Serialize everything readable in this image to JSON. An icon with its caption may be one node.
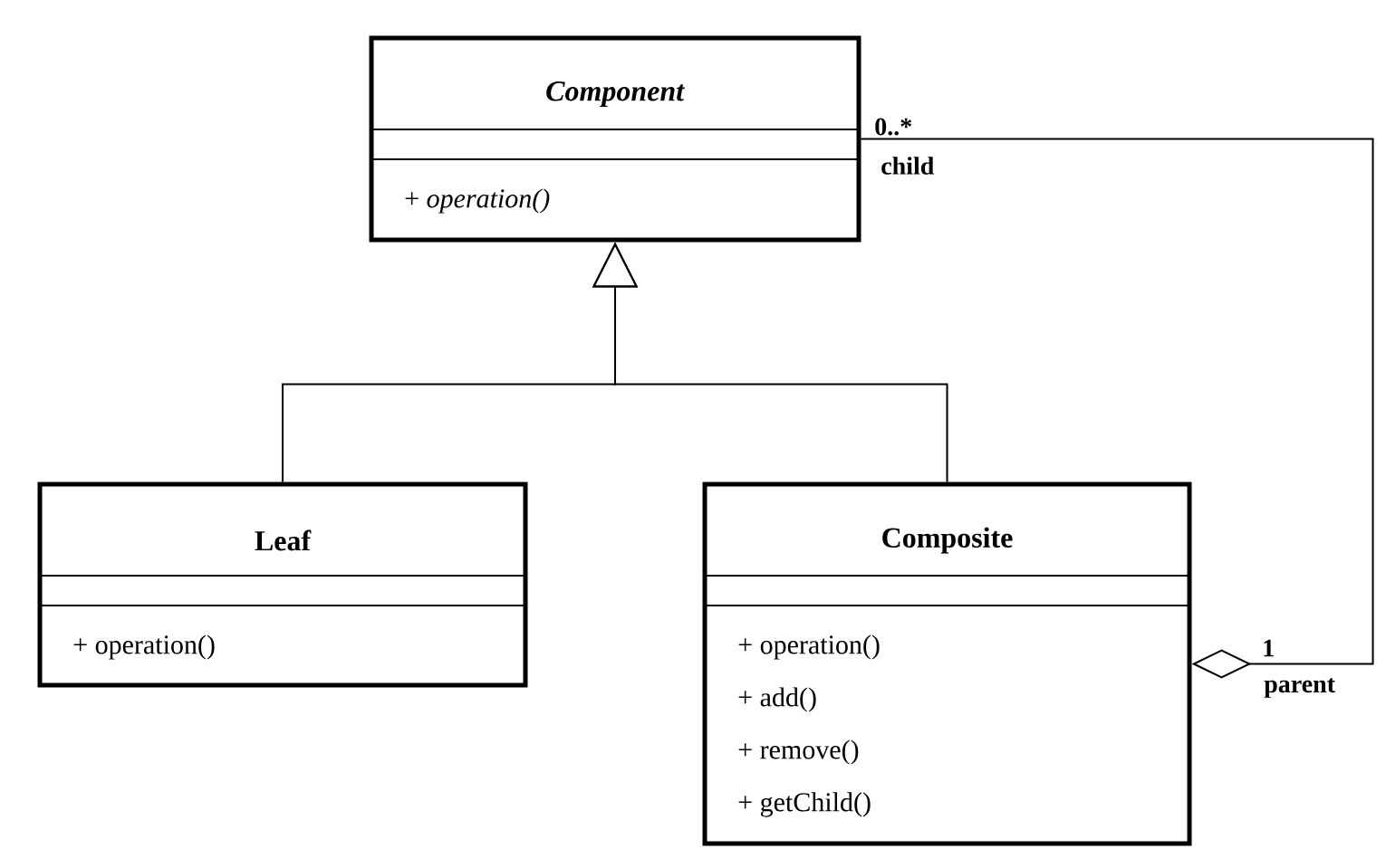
{
  "diagram": {
    "nodes": [
      {
        "text": [
          "*Component*",
          "+ *operation()*"
        ]
      },
      {
        "text": [
          "Leaf",
          "+ operation()"
        ]
      },
      {
        "text": [
          "Composite",
          "+ operation()",
          "+ add()",
          "+ remove()",
          "+ getChild()"
        ]
      }
    ],
    "edges": [
      {
        "from": 1,
        "to": 0,
        "arrow": "to"
      },
      {
        "from": 2,
        "to": 0,
        "arrow": "to"
      },
      {
        "from": 2,
        "to": 0,
        "arrow": "other"
      }
    ],
    "labels": [
      "0..*",
      "child",
      "1",
      "parent"
    ]
  }
}
